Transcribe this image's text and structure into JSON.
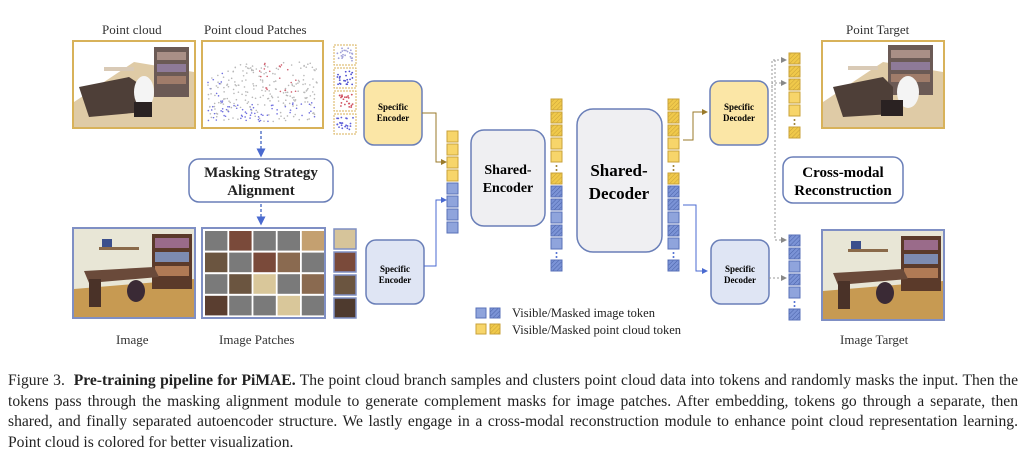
{
  "figure": {
    "labels": {
      "point_cloud": "Point cloud",
      "point_cloud_patches": "Point cloud Patches",
      "image": "Image",
      "image_patches": "Image Patches",
      "point_target": "Point Target",
      "image_target": "Image Target"
    },
    "modules": {
      "masking_alignment": [
        "Masking Strategy",
        "Alignment"
      ],
      "specific_encoder_pc": [
        "Specific",
        "Encoder"
      ],
      "specific_encoder_img": [
        "Specific",
        "Encoder"
      ],
      "shared_encoder": [
        "Shared-",
        "Encoder"
      ],
      "shared_decoder": [
        "Shared-",
        "Decoder"
      ],
      "specific_decoder_pc": [
        "Specific",
        "Decoder"
      ],
      "specific_decoder_img": [
        "Specific",
        "Decoder"
      ],
      "cross_modal": [
        "Cross-modal",
        "Reconstruction"
      ]
    },
    "legend": {
      "image_token": "Visible/Masked image token",
      "point_token": "Visible/Masked point cloud token"
    },
    "image_patch_mask": [
      [
        "M",
        "V",
        "M",
        "M",
        "V"
      ],
      [
        "V",
        "M",
        "V",
        "V",
        "M"
      ],
      [
        "M",
        "V",
        "V",
        "M",
        "V"
      ],
      [
        "V",
        "M",
        "M",
        "V",
        "M"
      ]
    ],
    "colors": {
      "point_fill": "#f7d56a",
      "point_stroke": "#c9a23a",
      "image_fill": "#8fa4dc",
      "image_stroke": "#5a72b8",
      "pc_module_fill": "#fbe6a6",
      "img_module_fill": "#dfe5f4",
      "shared_fill": "#efeff2",
      "module_stroke": "#6a7fb8"
    }
  },
  "caption": {
    "prefix": "Figure 3.",
    "bold": "Pre-training pipeline for PiMAE.",
    "text": "The point cloud branch samples and clusters point cloud data into tokens and randomly masks the input. Then the tokens pass through the masking alignment module to generate complement masks for image patches. After embedding, tokens go through a separate, then shared, and finally separated autoencoder structure. We lastly engage in a cross-modal reconstruction module to enhance point cloud representation learning. Point cloud is colored for better visualization."
  }
}
